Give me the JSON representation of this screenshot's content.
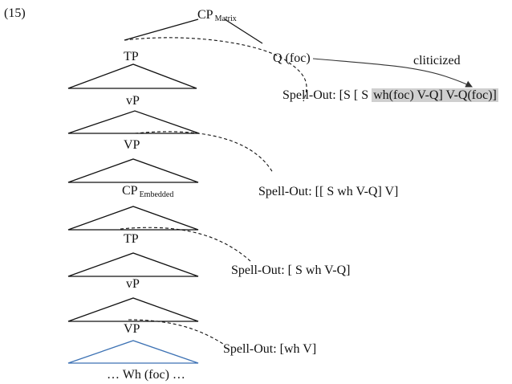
{
  "example_number": "(15)",
  "nodes": {
    "cp_matrix": {
      "label": "CP",
      "subscript": "Matrix"
    },
    "tp_top": "TP",
    "vp_small_top": "vP",
    "vp_big_top": "VP",
    "cp_embedded": {
      "label": "CP",
      "subscript": "Embedded"
    },
    "tp_low": "TP",
    "vp_small_low": "vP",
    "vp_big_low": "VP",
    "bottom": "… Wh (foc) …"
  },
  "q_label": "Q (foc)",
  "cliticized_label": "cliticized",
  "spellouts": [
    {
      "prefix": "Spell-Out: [S [ S ",
      "highlight": "wh(foc)  V-Q] V-Q(foc)]"
    },
    {
      "text": "Spell-Out: [[ S wh V-Q] V]"
    },
    {
      "text": "Spell-Out: [ S wh V-Q]"
    },
    {
      "text": "Spell-Out: [wh V]"
    }
  ],
  "colors": {
    "line": "#111111",
    "blue_triangle": "#3d72b4",
    "highlight": "#cfcfcf"
  }
}
